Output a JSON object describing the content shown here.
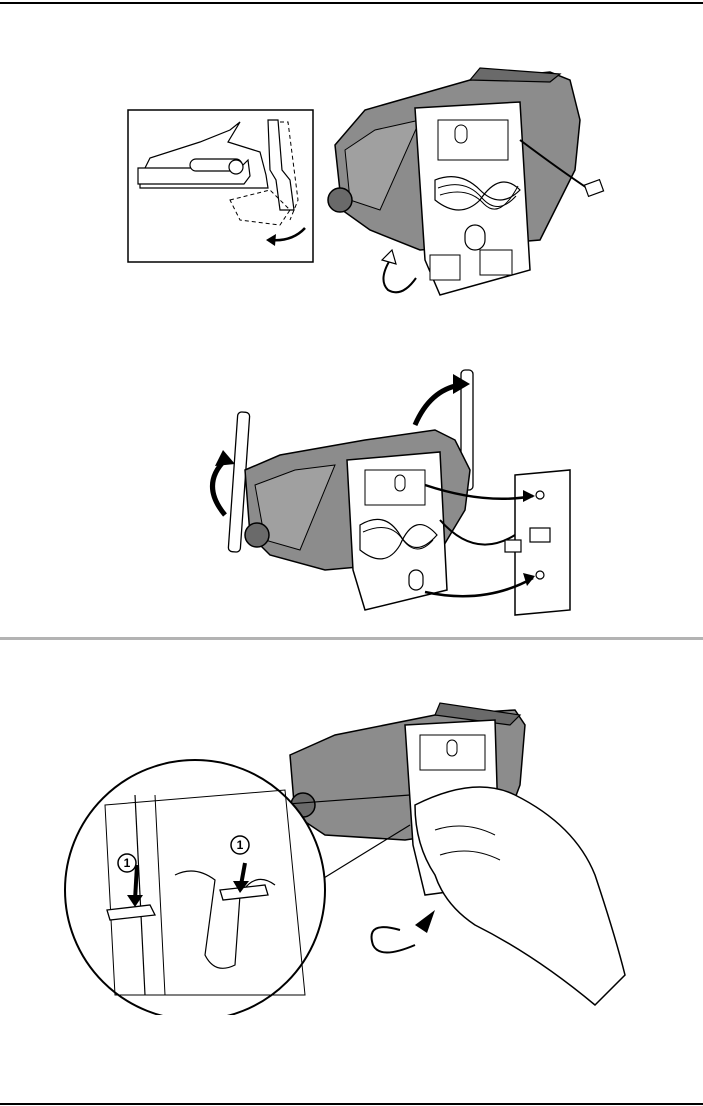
{
  "page": {
    "callouts": [
      {
        "id": "left-tab",
        "number": "1"
      },
      {
        "id": "right-tab",
        "number": "1"
      }
    ]
  },
  "colors": {
    "ink": "#000000",
    "device_gray": "#8c8c8c",
    "device_dark": "#6a6a6a",
    "divider_gray": "#b3b3b3",
    "paper": "#ffffff"
  },
  "icons": [
    "curved-arrow-icon",
    "rotate-arrow-icon",
    "telephone-cord-icon",
    "wall-plate-icon",
    "callout-circle-icon"
  ]
}
